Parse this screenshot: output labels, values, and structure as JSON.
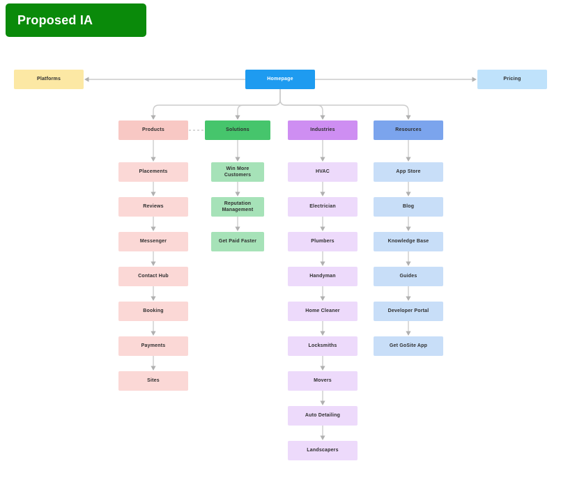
{
  "title": {
    "label": "Proposed IA"
  },
  "colors": {
    "title_bg": "#0a8a0a",
    "title_text": "#ffffff",
    "line": "#cccccc",
    "arrow": "#b0b0b0",
    "node_text": "#2e2e2e",
    "homepage_text": "#ffffff"
  },
  "top_nodes": {
    "platforms": {
      "label": "Platforms",
      "bg": "#fce8a4"
    },
    "homepage": {
      "label": "Homepage",
      "bg": "#1e9bf0"
    },
    "pricing": {
      "label": "Pricing",
      "bg": "#bfe2fb"
    }
  },
  "branches": [
    {
      "id": "products",
      "header": {
        "label": "Products",
        "bg": "#f8c8c4"
      },
      "item_bg": "#fbd8d6",
      "items": [
        "Placements",
        "Reviews",
        "Messenger",
        "Contact Hub",
        "Booking",
        "Payments",
        "Sites"
      ]
    },
    {
      "id": "solutions",
      "header": {
        "label": "Solutions",
        "bg": "#46c56c"
      },
      "item_bg": "#a6e2b8",
      "items": [
        "Win More Customers",
        "Reputation Management",
        "Get Paid Faster"
      ]
    },
    {
      "id": "industries",
      "header": {
        "label": "Industries",
        "bg": "#ce8ef2"
      },
      "item_bg": "#eddafb",
      "items": [
        "HVAC",
        "Electrician",
        "Plumbers",
        "Handyman",
        "Home Cleaner",
        "Locksmiths",
        "Movers",
        "Auto Detailing",
        "Landscapers"
      ]
    },
    {
      "id": "resources",
      "header": {
        "label": "Resources",
        "bg": "#7ba4ed"
      },
      "item_bg": "#c8def8",
      "items": [
        "App Store",
        "Blog",
        "Knowledge Base",
        "Guides",
        "Developer Portal",
        "Get GoSite App"
      ]
    }
  ],
  "relations": {
    "homepage_to": [
      "platforms",
      "pricing",
      "products",
      "solutions",
      "industries",
      "resources"
    ],
    "dashed_link": "products-solutions"
  }
}
